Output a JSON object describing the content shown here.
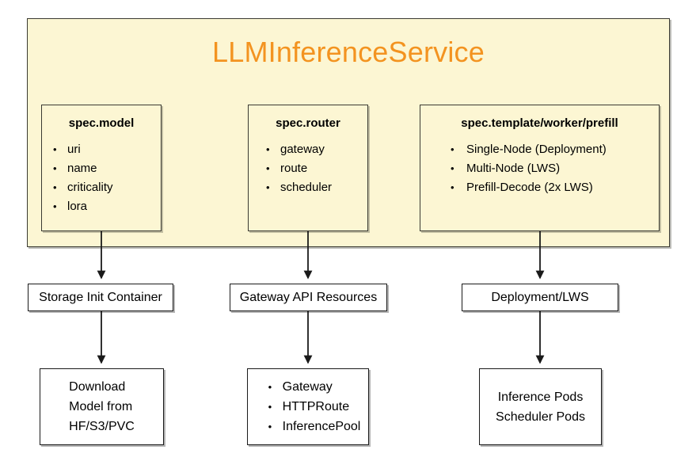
{
  "diagram": {
    "title": "LLMInferenceService",
    "title_color": "#f39320",
    "container_fill": "#fcf6d3",
    "container_stroke": "#3a3a32",
    "node_fill": "#ffffff",
    "node_stroke": "#1a1a1a"
  },
  "spec_boxes": [
    {
      "title": "spec.model",
      "items": [
        "uri",
        "name",
        "criticality",
        "lora"
      ]
    },
    {
      "title": "spec.router",
      "items": [
        "gateway",
        "route",
        "scheduler"
      ]
    },
    {
      "title": "spec.template/worker/prefill",
      "items": [
        "Single-Node (Deployment)",
        "Multi-Node (LWS)",
        "Prefill-Decode (2x LWS)"
      ]
    }
  ],
  "mid_nodes": [
    {
      "label": "Storage Init Container"
    },
    {
      "label": "Gateway API Resources"
    },
    {
      "label": "Deployment/LWS"
    }
  ],
  "leaf_nodes": [
    {
      "kind": "lines",
      "lines": "Download\nModel from\nHF/S3/PVC"
    },
    {
      "kind": "bullets",
      "items": [
        "Gateway",
        "HTTPRoute",
        "InferencePool"
      ]
    },
    {
      "kind": "lines-centered",
      "lines": "Inference Pods\nScheduler Pods"
    }
  ]
}
